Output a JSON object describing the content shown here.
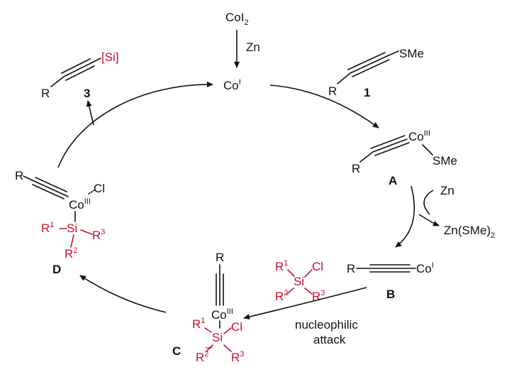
{
  "colors": {
    "black": "#111111",
    "red": "#c8102e"
  },
  "top": {
    "precursor_main": "CoI",
    "precursor_sub": "2",
    "reductant": "Zn",
    "catalyst_main": "Co",
    "catalyst_sup": "I"
  },
  "substrate": {
    "r": "R",
    "group": "SMe",
    "number": "1"
  },
  "intA": {
    "r": "R",
    "metal": "Co",
    "ox": "III",
    "ligand": "SMe",
    "label": "A"
  },
  "step_AB": {
    "reagent": "Zn",
    "byproduct_main": "Zn(SMe)",
    "byproduct_sub": "2"
  },
  "intB": {
    "r": "R",
    "metal": "Co",
    "ox": "I",
    "label": "B"
  },
  "silane": {
    "si": "Si",
    "cl": "Cl",
    "r1_main": "R",
    "r1_sup": "1",
    "r2_main": "R",
    "r2_sup": "2",
    "r3_main": "R",
    "r3_sup": "3"
  },
  "step_BC": {
    "line1": "nucleophilic",
    "line2": "attack"
  },
  "intC": {
    "r": "R",
    "metal": "Co",
    "ox": "III",
    "si": "Si",
    "cl": "Cl",
    "charge": "–",
    "r1_main": "R",
    "r1_sup": "1",
    "r2_main": "R",
    "r2_sup": "2",
    "r3_main": "R",
    "r3_sup": "3",
    "label": "C"
  },
  "intD": {
    "r": "R",
    "metal": "Co",
    "ox": "III",
    "cl": "Cl",
    "si": "Si",
    "r1_main": "R",
    "r1_sup": "1",
    "r2_main": "R",
    "r2_sup": "2",
    "r3_main": "R",
    "r3_sup": "3",
    "label": "D"
  },
  "product": {
    "r": "R",
    "group": "[Si]",
    "number": "3"
  }
}
